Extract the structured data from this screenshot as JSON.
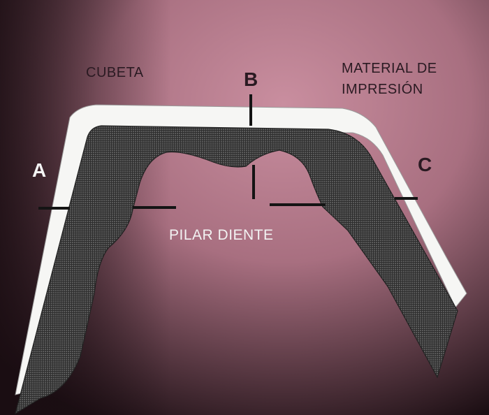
{
  "labels": {
    "cubeta": "CUBETA",
    "material_line1": "MATERIAL DE",
    "material_line2": "IMPRESIÓN",
    "pilar_diente": "PILAR DIENTE",
    "point_a": "A",
    "point_b": "B",
    "point_c": "C"
  },
  "colors": {
    "background_light": "#c98e9f",
    "background_mid": "#a86f80",
    "background_dark": "#1b0e13",
    "tray": "#f6f6f4",
    "impression_material": "#4a4a4a",
    "marker_line": "#141414",
    "text_dark": "#2a1a22",
    "text_white": "#f2f2f2"
  }
}
